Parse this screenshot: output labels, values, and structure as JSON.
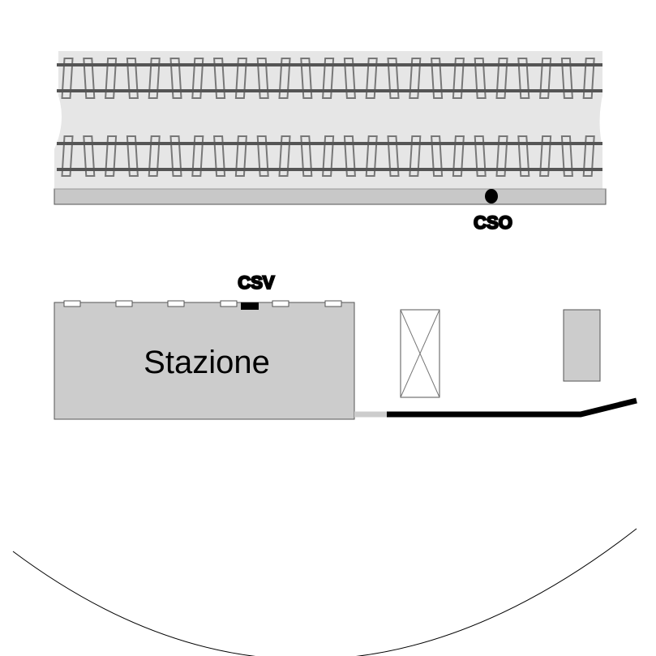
{
  "station": {
    "label": "Stazione"
  },
  "markers": {
    "platform_sensor": "CSO",
    "station_sensor": "CSV"
  },
  "colors": {
    "trackbed": "#e6e6e6",
    "platform": "#c8c8c8",
    "station": "#cccccc",
    "rail": "#555555",
    "sleeper": "#777777",
    "path_light": "#cccccc",
    "path_dark": "#000000"
  }
}
